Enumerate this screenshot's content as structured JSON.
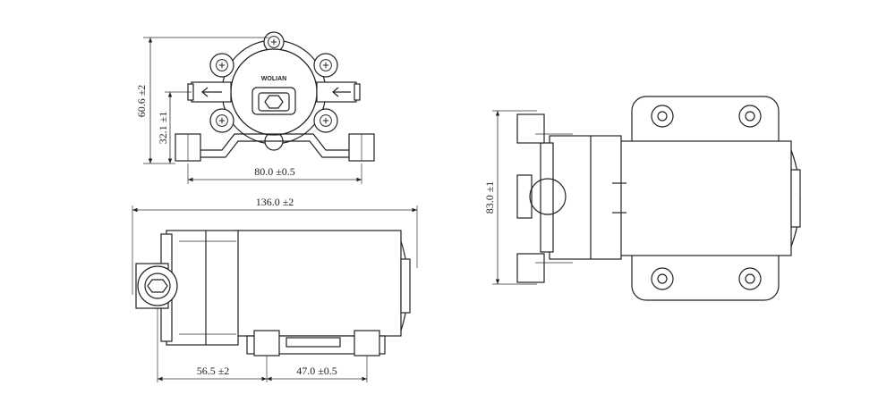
{
  "dimensions": {
    "front_height": "60.6 ±2",
    "front_inlet_height": "32.1 ±1",
    "front_mount_width": "80.0 ±0.5",
    "side_total_length": "136.0 ±2",
    "side_inlet_offset": "56.5 ±2",
    "side_mount_spacing": "47.0 ±0.5",
    "top_height": "83.0 ±1"
  },
  "brand_label": "WOLIAN",
  "icons": [
    "hex-bolt-icon",
    "screw-head-icon",
    "flow-arrow-icon"
  ]
}
